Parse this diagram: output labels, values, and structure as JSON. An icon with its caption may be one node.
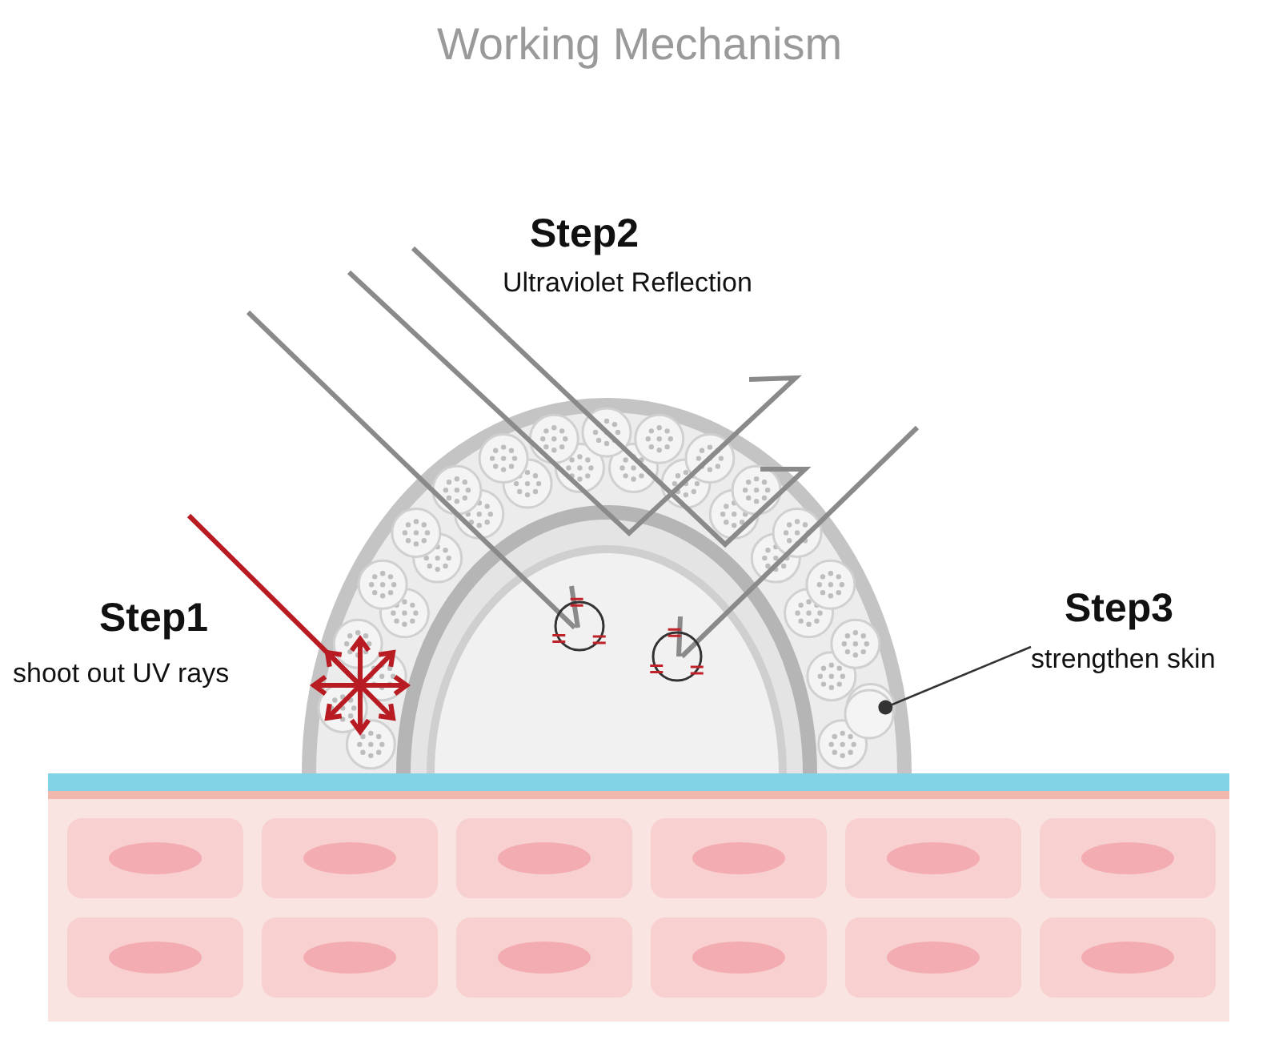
{
  "diagram": {
    "title": "Working Mechanism",
    "nodes": [
      {
        "text": [
          "Step3",
          "strengthen skin"
        ]
      },
      {
        "text": [],
        "shape": "circle"
      }
    ],
    "edges": [
      {
        "from": 0,
        "to": 1,
        "arrow": "other"
      }
    ],
    "labels": [
      "Step2",
      "Ultraviolet Reflection",
      "Step1",
      "shoot out UV rays"
    ]
  }
}
